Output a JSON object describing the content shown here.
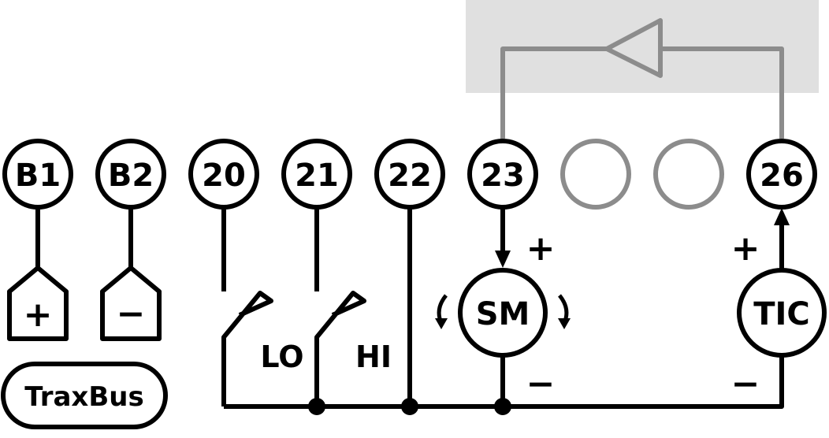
{
  "terminals": [
    {
      "id": "b1",
      "label": "B1",
      "active": true
    },
    {
      "id": "b2",
      "label": "B2",
      "active": true
    },
    {
      "id": "t20",
      "label": "20",
      "active": true
    },
    {
      "id": "t21",
      "label": "21",
      "active": true
    },
    {
      "id": "t22",
      "label": "22",
      "active": true
    },
    {
      "id": "t23",
      "label": "23",
      "active": true
    },
    {
      "id": "t24",
      "label": "",
      "active": false
    },
    {
      "id": "t25",
      "label": "",
      "active": false
    },
    {
      "id": "t26",
      "label": "26",
      "active": true
    }
  ],
  "bus": {
    "plus_symbol": "+",
    "minus_symbol": "−",
    "label": "TraxBus"
  },
  "switches": {
    "low_label": "LO",
    "high_label": "HI"
  },
  "motor": {
    "label": "SM",
    "plus_symbol": "+",
    "minus_symbol": "−"
  },
  "transmitter": {
    "label": "TIC",
    "plus_symbol": "+",
    "minus_symbol": "−"
  },
  "colors": {
    "line": "#000000",
    "inactive": "#8c8c8c",
    "highlight_box": "#e0e0e0"
  }
}
